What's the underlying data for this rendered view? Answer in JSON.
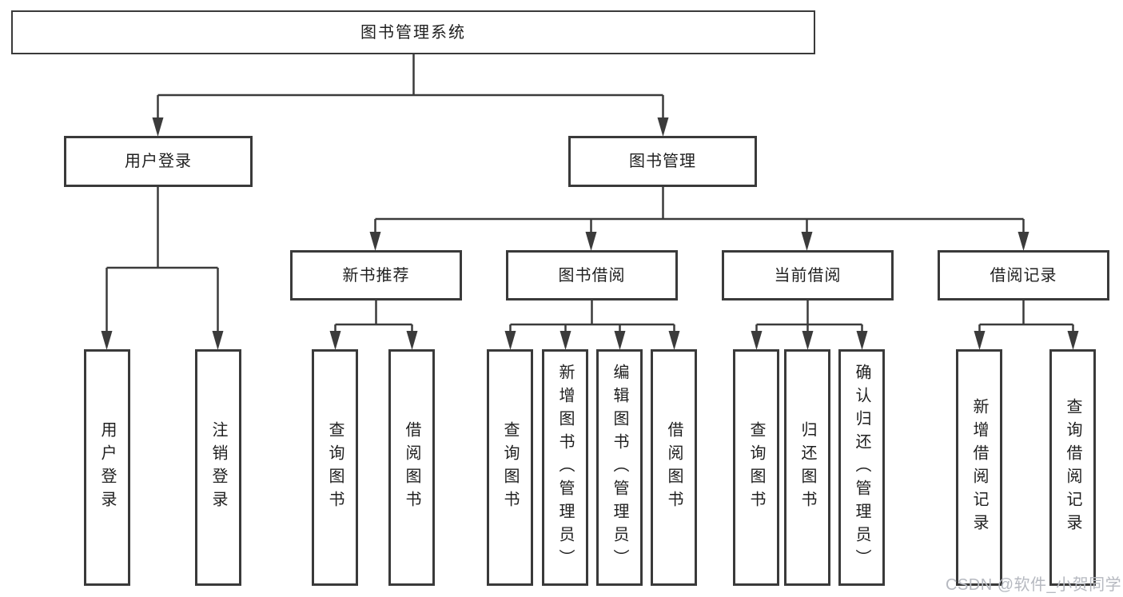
{
  "diagram": {
    "title": "图书管理系统",
    "nodes": {
      "root": "图书管理系统",
      "user_login": "用户登录",
      "book_mgmt": "图书管理",
      "new_book_rec": "新书推荐",
      "book_borrow": "图书借阅",
      "current_borrow": "当前借阅",
      "borrow_record": "借阅记录",
      "ul_user_login": "用户登录",
      "ul_logout": "注销登录",
      "nb_query_book": "查询图书",
      "nb_borrow_book": "借阅图书",
      "bb_query_book": "查询图书",
      "bb_add_book": "新增图书（管理员）",
      "bb_edit_book": "编辑图书（管理员）",
      "bb_borrow_book": "借阅图书",
      "cb_query_book": "查询图书",
      "cb_return_book": "归还图书",
      "cb_confirm_return": "确认归还（管理员）",
      "br_add_record": "新增借阅记录",
      "br_query_record": "查询借阅记录"
    },
    "colors": {
      "line": "#3b3b3b",
      "box_border": "#3a3a3a",
      "box_bg": "#ffffff",
      "text": "#1f1f1f",
      "watermark": "#b6b9c0"
    }
  },
  "watermark": "CSDN @软件_小贺同学"
}
